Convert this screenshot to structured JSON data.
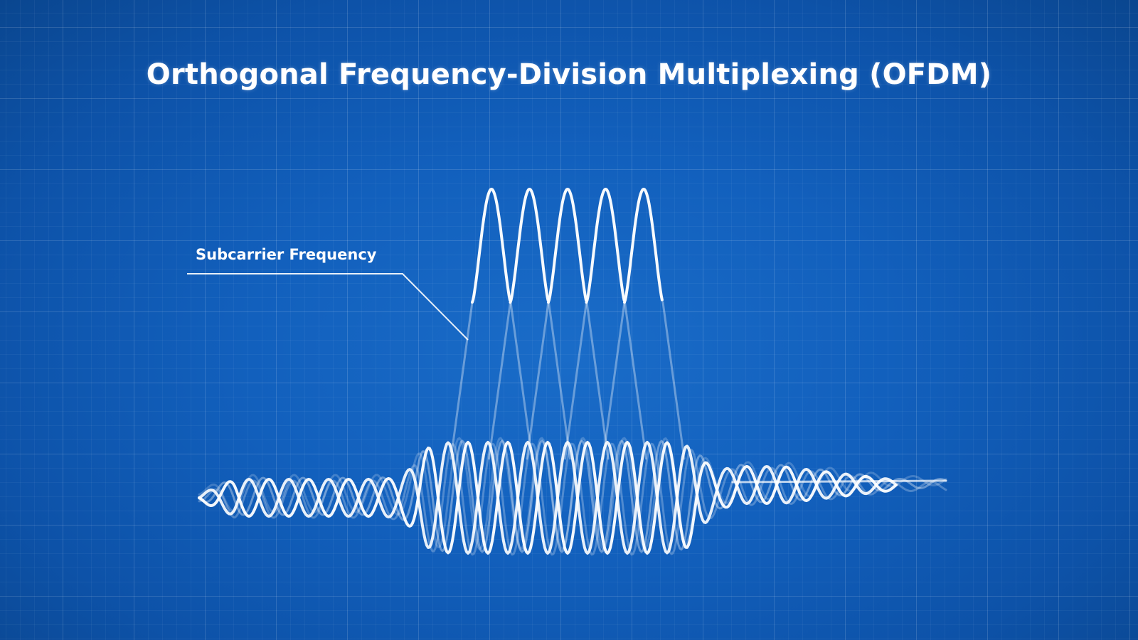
{
  "title": "Orthogonal Frequency-Division Multiplexing (OFDM)",
  "callout": {
    "label": "Subcarrier Frequency"
  },
  "subcarriers": {
    "count": 5
  },
  "colors": {
    "background": "#1260bd",
    "line": "#ffffff"
  }
}
